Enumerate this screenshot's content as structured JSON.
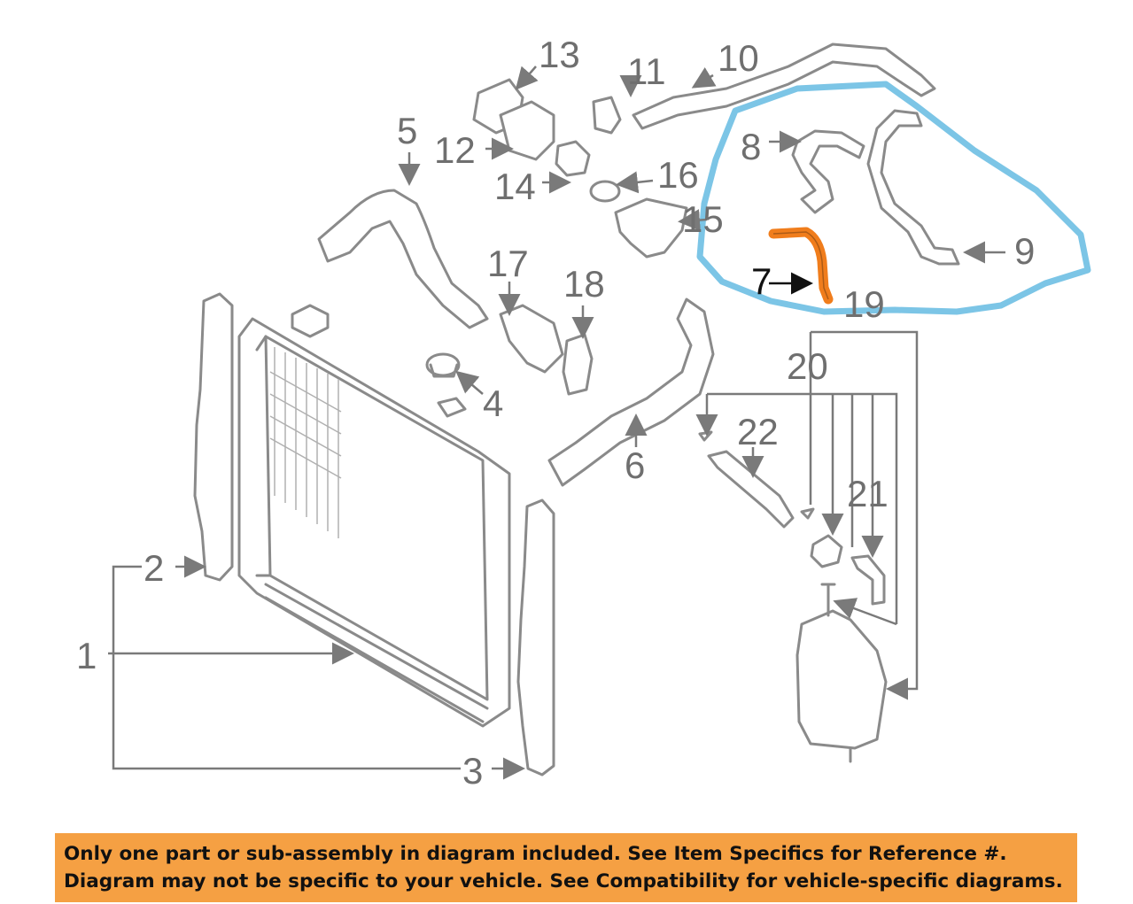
{
  "callouts": {
    "p1": "1",
    "p2": "2",
    "p3": "3",
    "p4": "4",
    "p5": "5",
    "p6": "6",
    "p7": "7",
    "p8": "8",
    "p9": "9",
    "p10": "10",
    "p11": "11",
    "p12": "12",
    "p13": "13",
    "p14": "14",
    "p15": "15",
    "p16": "16",
    "p17": "17",
    "p18": "18",
    "p19": "19",
    "p20": "20",
    "p21": "21",
    "p22": "22"
  },
  "notice": {
    "line1": "Only one part or sub-assembly in diagram included. See Item Specifics for Reference #.",
    "line2": "Diagram may not be specific to your vehicle. See Compatibility for vehicle-specific diagrams."
  },
  "colors": {
    "highlight_part": "#f07d1c",
    "group_outline": "#7cc5e6",
    "notice_background": "#f5a043",
    "line_art": "#8a8a8a"
  }
}
